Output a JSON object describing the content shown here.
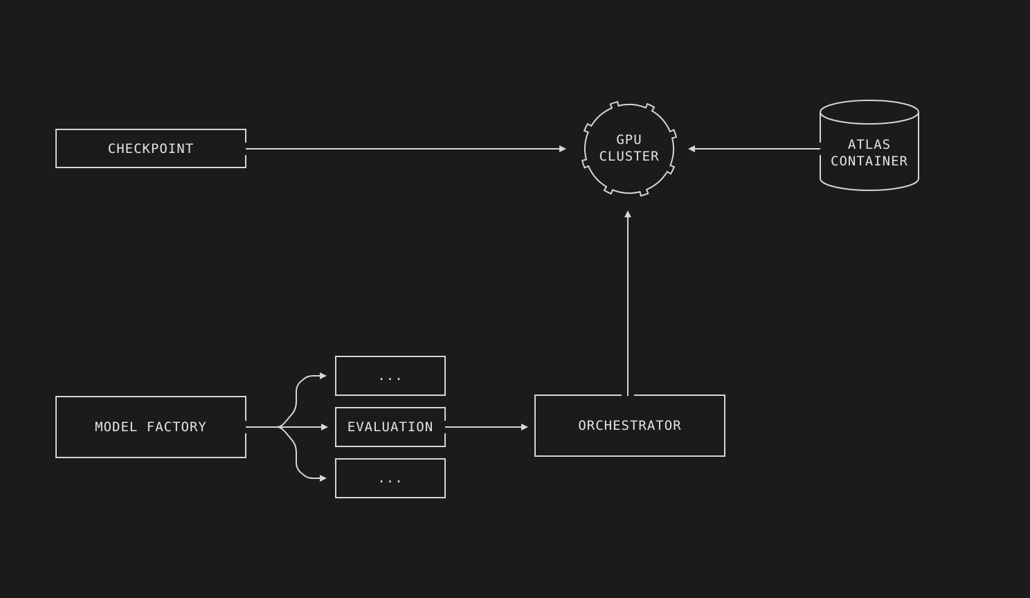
{
  "nodes": {
    "checkpoint": {
      "label": "CHECKPOINT"
    },
    "gpu_cluster": {
      "label_line1": "GPU",
      "label_line2": "CLUSTER"
    },
    "atlas_container": {
      "label_line1": "ATLAS",
      "label_line2": "CONTAINER"
    },
    "model_factory": {
      "label": "MODEL FACTORY"
    },
    "branch_top": {
      "label": "..."
    },
    "evaluation": {
      "label": "EVALUATION"
    },
    "branch_bottom": {
      "label": "..."
    },
    "orchestrator": {
      "label": "ORCHESTRATOR"
    }
  },
  "colors": {
    "background": "#1b1b1b",
    "stroke": "#d6d6d2",
    "text": "#e4e4e0"
  }
}
